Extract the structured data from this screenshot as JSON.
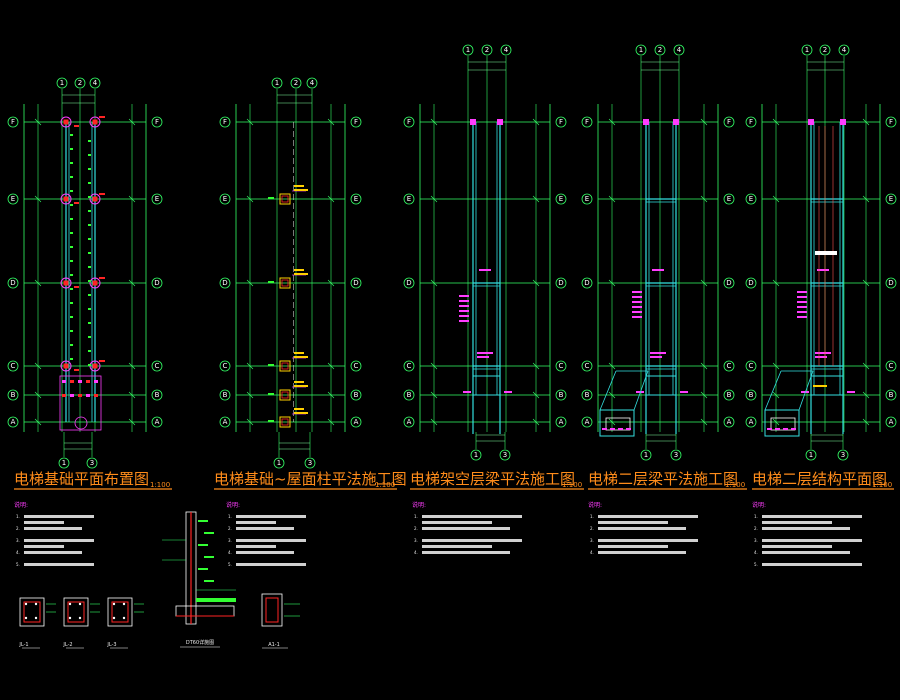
{
  "colors": {
    "background": "#000000",
    "grid": "#33ff66",
    "wall": "#33e0e0",
    "column": "#ff2424",
    "annotation": "#ff3dff",
    "title": "#ff8c1a",
    "text": "#e8e8e8",
    "dim": "#7fff9f"
  },
  "axes": {
    "rows": [
      "F",
      "E",
      "D",
      "C",
      "B",
      "A"
    ],
    "cols_top": [
      "1",
      "2",
      "4"
    ],
    "cols_bottom": [
      "1",
      "3"
    ]
  },
  "panels": [
    {
      "title": "电梯基础平面布置图",
      "scale": "1:100",
      "notes_title": "说明:",
      "notes": [
        "1. ",
        "2. ",
        "3. ",
        "4. ",
        "5. "
      ]
    },
    {
      "title": "电梯基础~屋面柱平法施工图",
      "scale": "1:100",
      "notes_title": "说明:",
      "notes": [
        "1. ",
        "2. ",
        "3. ",
        "4. ",
        "5. "
      ]
    },
    {
      "title": "电梯架空层梁平法施工图",
      "scale": "1:100",
      "notes_title": "说明:",
      "notes": [
        "1. ",
        "2. ",
        "3. ",
        "4. "
      ]
    },
    {
      "title": "电梯二层梁平法施工图",
      "scale": "1:100",
      "notes_title": "说明:",
      "notes": [
        "1. ",
        "2. ",
        "3. ",
        "4. "
      ]
    },
    {
      "title": "电梯二层结构平面图",
      "scale": "1:100",
      "notes_title": "说明:",
      "notes": [
        "1. ",
        "2. ",
        "3. ",
        "4. ",
        "5. "
      ]
    }
  ],
  "details": {
    "sections": [
      "JL-1",
      "JL-2",
      "JL-3"
    ],
    "wall_detail": "DT60详施图",
    "section_a": "A1-1"
  }
}
